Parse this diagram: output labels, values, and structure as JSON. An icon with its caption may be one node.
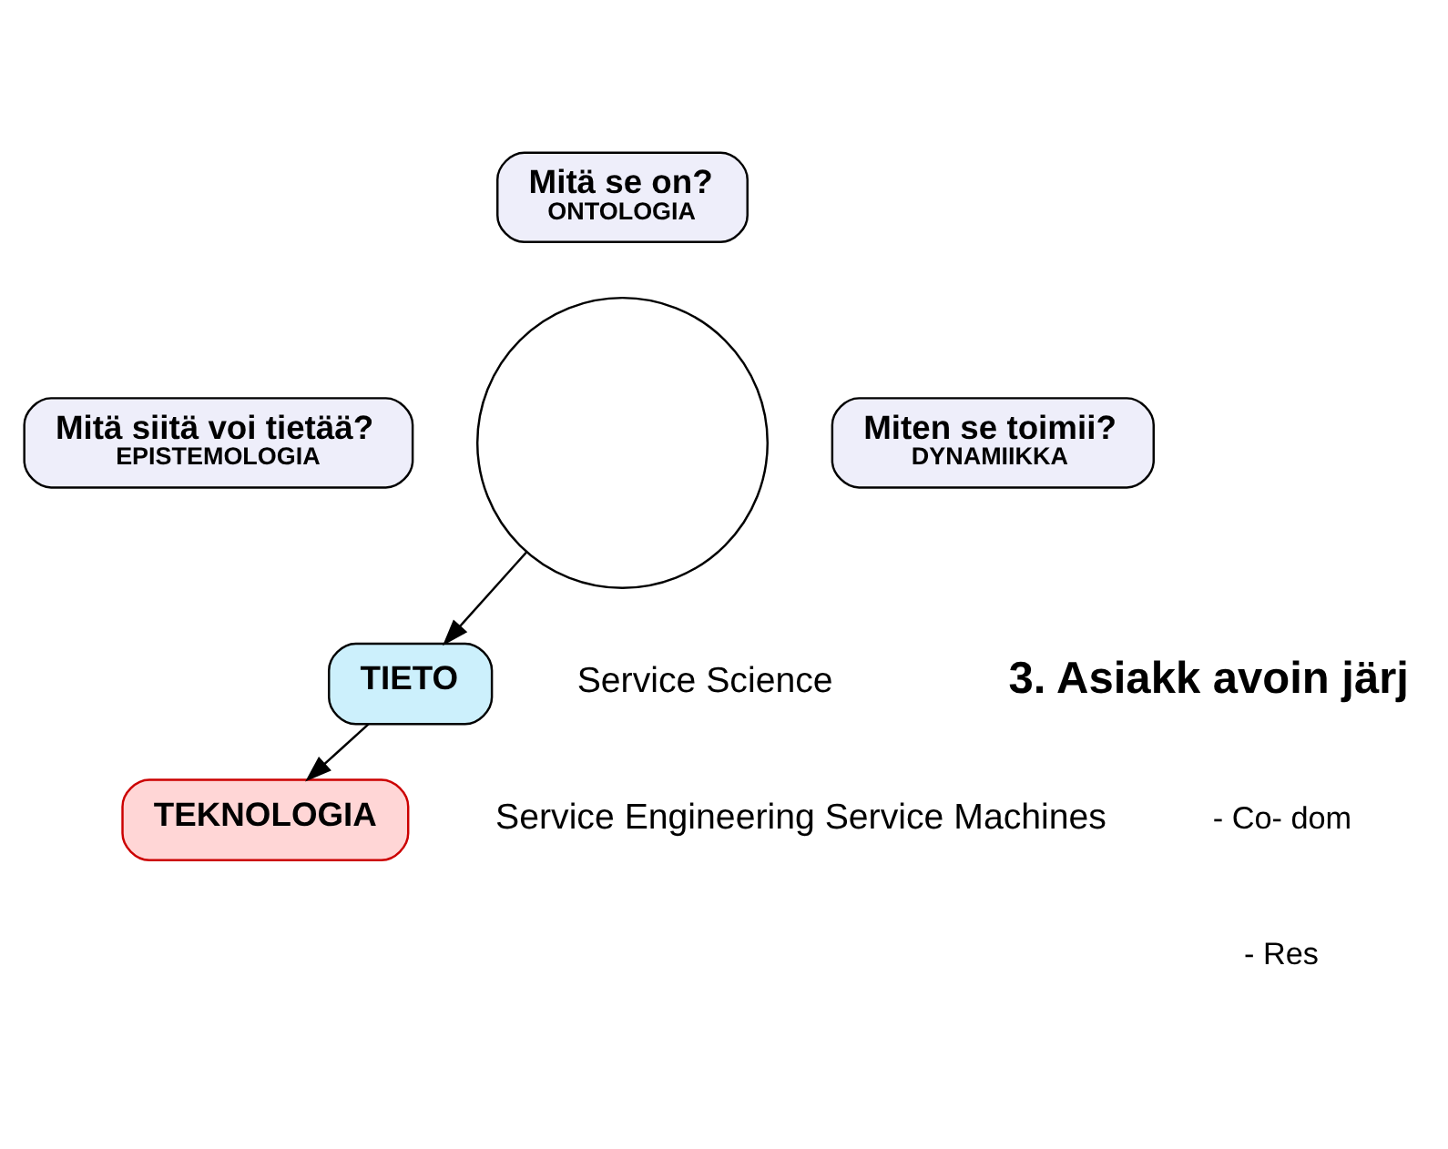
{
  "diagram": {
    "nodes": [
      {
        "text": [],
        "shape": "circle"
      },
      {
        "text": [
          "Mitä se on?",
          "ONTOLOGIA"
        ]
      },
      {
        "text": [
          "Mitä siitä voi tietää?",
          "EPISTEMOLOGIA"
        ]
      },
      {
        "text": [
          "Miten se toimii?",
          "DYNAMIIKKA"
        ]
      },
      {
        "text": [
          "TIETO"
        ],
        "beside": [
          "Service Science"
        ]
      },
      {
        "text": [
          "TEKNOLOGIA"
        ],
        "beside": [
          "Service Engineering Service Machines"
        ]
      }
    ],
    "edges": [
      {
        "from": 0,
        "to": 4,
        "arrow": "to"
      },
      {
        "from": 4,
        "to": 5,
        "arrow": "to"
      }
    ],
    "labels": [
      "3. Asiakk avoin järj",
      "- Co- dom",
      "- Res"
    ]
  }
}
